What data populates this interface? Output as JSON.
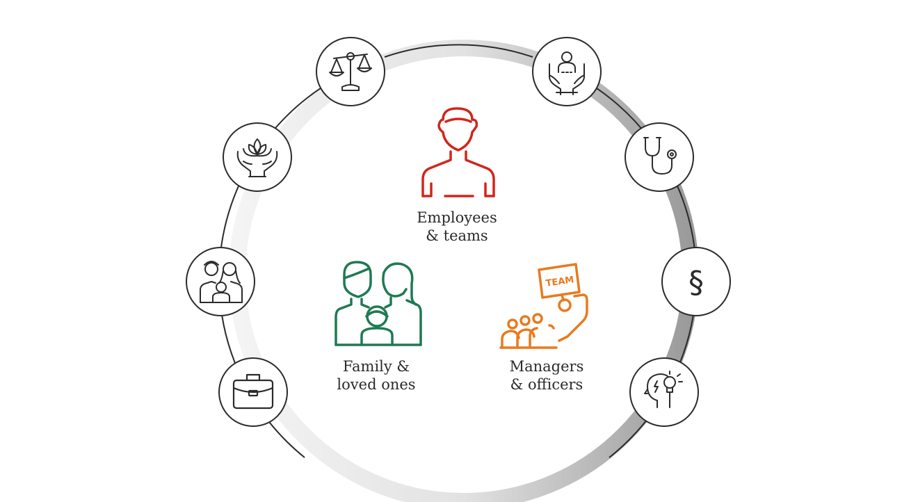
{
  "groups": {
    "employees": {
      "line1": "Employees",
      "line2": "& teams",
      "color": "#d0261b"
    },
    "family": {
      "line1": "Family &",
      "line2": "loved ones",
      "color": "#1e7a52"
    },
    "managers": {
      "line1": "Managers",
      "line2": "& officers",
      "color": "#e87a1e",
      "sign_text": "TEAM"
    }
  },
  "ring_icons": [
    "scales-of-justice-icon",
    "lotus-in-hands-icon",
    "family-icon",
    "briefcase-icon",
    "caring-hands-person-icon",
    "stethoscope-icon",
    "section-sign-icon",
    "mind-idea-icon"
  ],
  "colors": {
    "outline": "#2a2a2a",
    "ring_gray": "#b8b8b8"
  }
}
